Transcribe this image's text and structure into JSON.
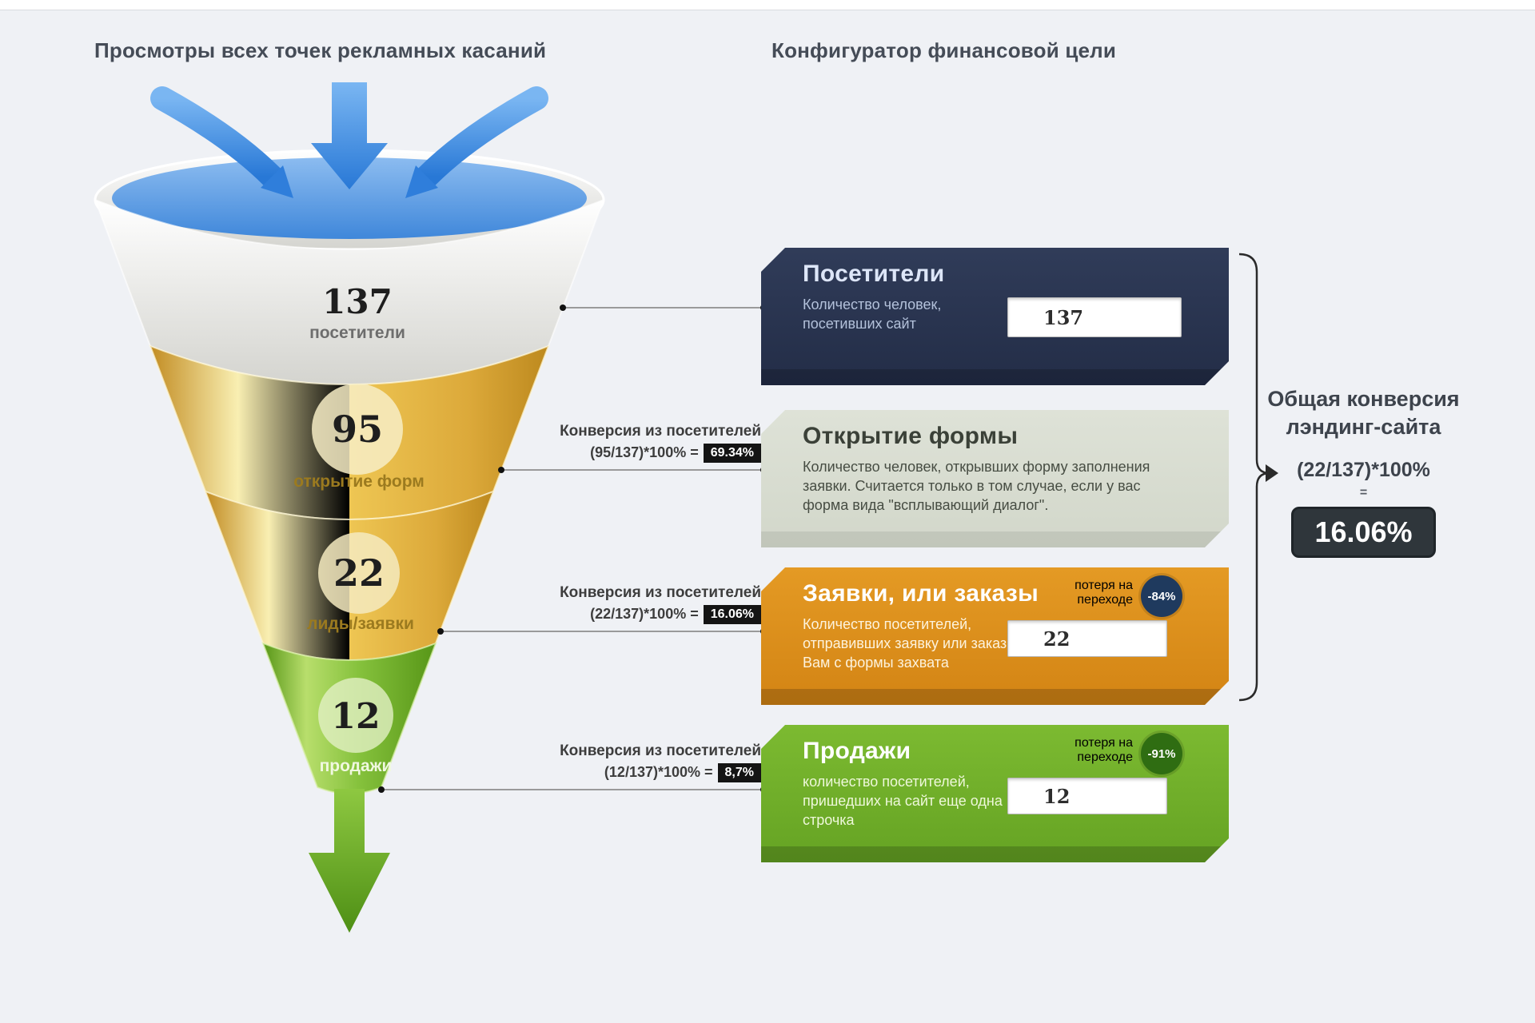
{
  "header": {
    "left_title": "Просмотры всех точек рекламных касаний",
    "right_title": "Конфигуратор финансовой цели"
  },
  "funnel": {
    "stages": [
      {
        "value": "137",
        "label": "посетители"
      },
      {
        "value": "95",
        "label": "открытие форм"
      },
      {
        "value": "22",
        "label": "лиды/заявки"
      },
      {
        "value": "12",
        "label": "продажи"
      }
    ]
  },
  "connectors": [
    {
      "title": "Конверсия из посетителей",
      "formula": "(95/137)*100% =",
      "badge": "69.34%"
    },
    {
      "title": "Конверсия из посетителей",
      "formula": "(22/137)*100% =",
      "badge": "16.06%"
    },
    {
      "title": "Конверсия из посетителей",
      "formula": "(12/137)*100% =",
      "badge": "8,7%"
    }
  ],
  "cards": [
    {
      "title": "Посетители",
      "description": "Количество человек, посетивших сайт",
      "input_value": "137"
    },
    {
      "title": "Открытие формы",
      "description": "Количество человек, открывших форму заполнения заявки. Считается только в том случае, если у вас форма вида \"всплывающий диалог\"."
    },
    {
      "title": "Заявки, или заказы",
      "loss_label": "потеря на переходе",
      "loss_value": "-84%",
      "description": "Количество посетителей, отправивших заявку или заказ Вам с формы захвата",
      "input_value": "22"
    },
    {
      "title": "Продажи",
      "loss_label": "потеря на переходе",
      "loss_value": "-91%",
      "description": "количество посетителей, пришедших на сайт еще одна строчка",
      "input_value": "12"
    }
  ],
  "summary": {
    "title": "Общая конверсия лэндинг-сайта",
    "formula": "(22/137)*100%",
    "equals": "=",
    "result": "16.06%"
  },
  "colors": {
    "card_visitors": "#2b3752",
    "card_form": "#d9ddd2",
    "card_orders": "#dd8f1d",
    "card_sales": "#74b32b",
    "loss_badge_orders": "#1f3a5e",
    "loss_badge_sales": "#2f6d12",
    "conversion_badge": "#141414",
    "result_badge": "#2f363b",
    "funnel_gold": "#eec653",
    "funnel_green": "#86c23d",
    "funnel_water_blue": "#3f87da"
  }
}
